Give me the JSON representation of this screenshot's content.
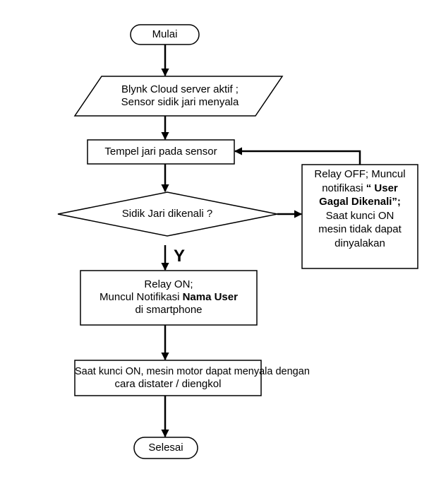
{
  "flowchart": {
    "start": "Mulai",
    "input": {
      "line1": "Blynk Cloud server aktif ;",
      "line2": "Sensor sidik jari menyala"
    },
    "attach": "Tempel jari pada sensor",
    "decision": "Sidik Jari dikenali ?",
    "yes_label": "Y",
    "fail": {
      "line1_pre": "Relay OFF; Muncul",
      "line2_pre": "notifikasi",
      "line2_bold": "“ User",
      "line3_bold": "Gagal Dikenali”;",
      "line4": "Saat kunci ON",
      "line5": "mesin tidak dapat",
      "line6": "dinyalakan"
    },
    "success": {
      "line1": "Relay ON;",
      "line2_pre": "Muncul Notifikasi",
      "line2_bold": "Nama User",
      "line3": "di smartphone"
    },
    "engine": {
      "line1": "Saat kunci ON, mesin motor dapat menyala dengan",
      "line2": "cara distater / diengkol"
    },
    "end": "Selesai"
  }
}
